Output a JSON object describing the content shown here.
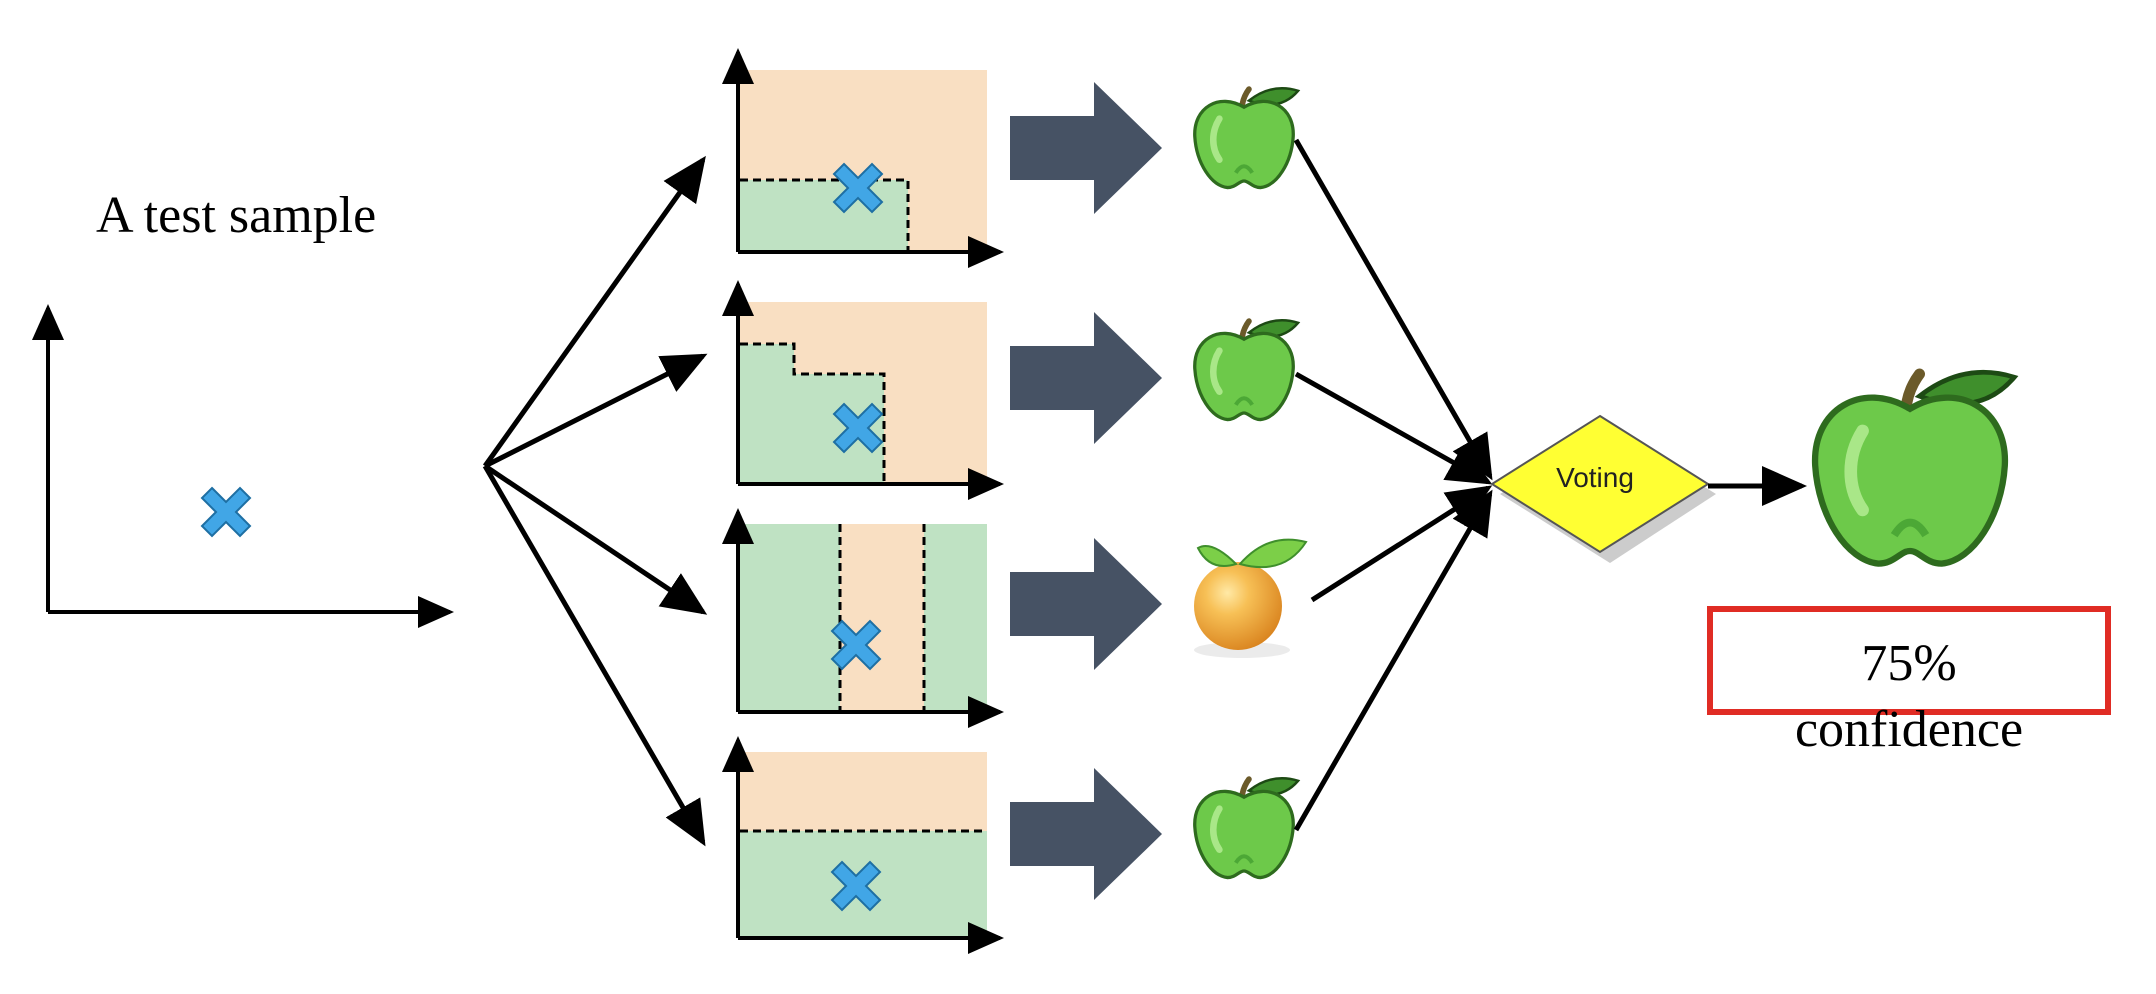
{
  "test_sample": {
    "title": "A test sample"
  },
  "voting": {
    "label": "Voting"
  },
  "result": {
    "confidence_value": "75%",
    "confidence_label": "confidence"
  },
  "trees": [
    {
      "prediction": "apple"
    },
    {
      "prediction": "apple"
    },
    {
      "prediction": "orange"
    },
    {
      "prediction": "apple"
    }
  ],
  "colors": {
    "region_orange": "#f9dfc2",
    "region_green": "#bfe2c3",
    "sample_marker": "#41a6e6",
    "arrow_block": "#465264",
    "voting_diamond": "#ffff33",
    "confidence_border": "#e02c24",
    "apple": "#6dc94a",
    "orange": "#f0a23a"
  }
}
